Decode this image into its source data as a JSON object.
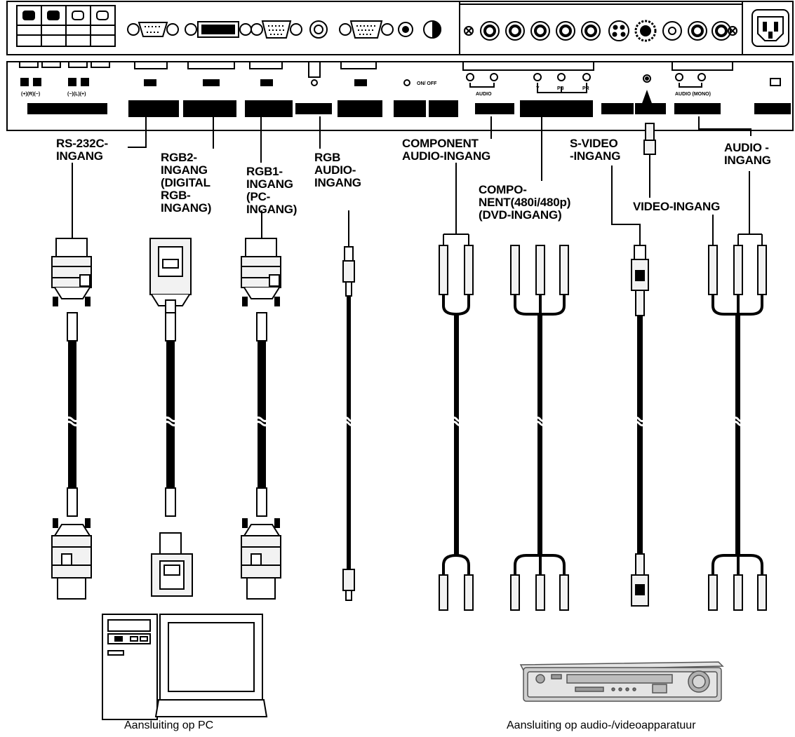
{
  "labels": {
    "rs232c": "RS-232C-\nINGANG",
    "rgb2": "RGB2-\nINGANG\n(DIGITAL\nRGB-\nINGANG)",
    "rgb1": "RGB1-\nINGANG\n(PC-\nINGANG)",
    "rgb_audio": "RGB\nAUDIO-\nINGANG",
    "component_audio": "COMPONENT\nAUDIO-INGANG",
    "component": "COMPO-\nNENT(480i/480p)\n(DVD-INGANG)",
    "svideo": "S-VIDEO\n-INGANG",
    "audio": "AUDIO -\nINGANG",
    "video": "VIDEO-INGANG"
  },
  "panel_marks": {
    "speaker_left": "(+)(R)(−)",
    "speaker_right": "(−)(L)(+)",
    "on_off": "ON/  OFF",
    "audio_left": "AUDIO",
    "y": "Y",
    "pb": "PB",
    "pr": "PR",
    "audio_mono": "AUDIO (MONO)"
  },
  "captions": {
    "pc": "Aansluiting op PC",
    "av": "Aansluiting op audio-/videoapparatuur"
  },
  "colors": {
    "ink": "#000000",
    "connector_fill": "#f2f2f2",
    "panel_fill": "#ffffff",
    "vcr_body": "#cfcfcf",
    "vcr_front": "#e4e4e4"
  }
}
